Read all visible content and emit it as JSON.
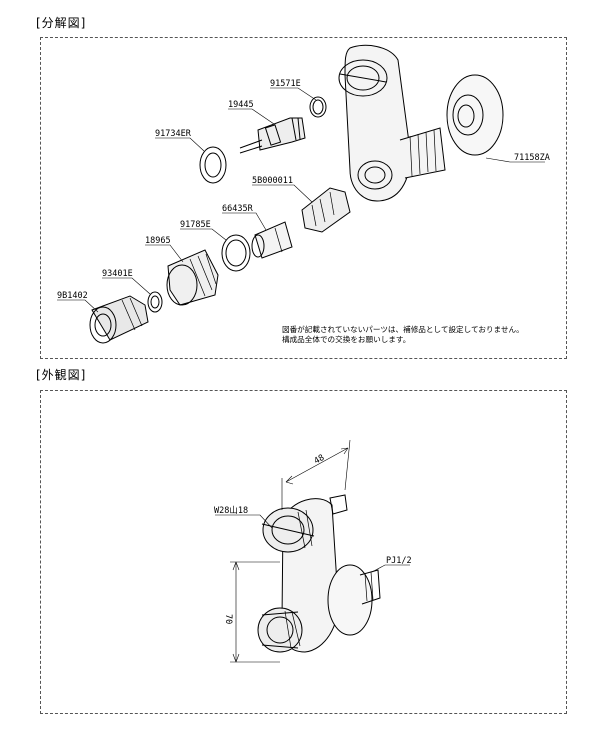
{
  "sections": {
    "exploded_title": "[分解図]",
    "exterior_title": "[外観図]"
  },
  "parts": {
    "p1": "91571E",
    "p2": "19445",
    "p3": "91734ER",
    "p4": "71158ZA",
    "p5": "5B000011",
    "p6": "66435R",
    "p7": "91785E",
    "p8": "18965",
    "p9": "93401E",
    "p10": "9B1402"
  },
  "note": {
    "line1": "図番が記載されていないパーツは、補修品として設定しておりません。",
    "line2": "構成品全体での交換をお願いします。"
  },
  "dimensions": {
    "width": "48",
    "height": "70",
    "thread_label": "W28山18",
    "pipe_label": "PJ1/2"
  }
}
